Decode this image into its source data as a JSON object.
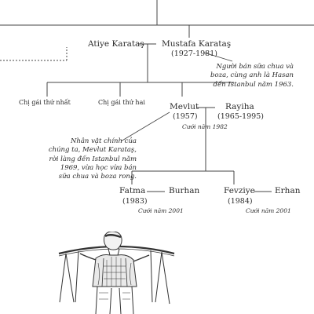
{
  "people": {
    "atiye": {
      "name": "Atiye Karataş"
    },
    "mustafa": {
      "name": "Mustafa Karataş",
      "years": "(1927-1981)"
    },
    "sister1": {
      "name": "Chị gái thứ nhất"
    },
    "sister2": {
      "name": "Chị gái thứ hai"
    },
    "mevlut": {
      "name": "Mevlut",
      "years": "(1957)"
    },
    "rayiha": {
      "name": "Rayiha",
      "years": "(1965-1995)"
    },
    "fatma": {
      "name": "Fatma",
      "years": "(1983)"
    },
    "burhan": {
      "name": "Burhan"
    },
    "fevziye": {
      "name": "Fevziye",
      "years": "(1984)"
    },
    "erhan": {
      "name": "Erhan"
    }
  },
  "marriages": {
    "mevlut_rayiha": "Cưới năm 1982",
    "fatma_burhan": "Cưới năm 2001",
    "fevziye_erhan": "Cưới năm 2001"
  },
  "notes": {
    "mustafa": [
      "Người bán sữa chua và",
      "boza, cùng anh là Hasan",
      "đến Istanbul năm 1963."
    ],
    "mevlut": [
      "Nhân vật chính của",
      "chúng ta, Mevlut Karataş,",
      "rời làng đến Istanbul năm",
      "1969, vừa học vừa bán",
      "sữa chua và boza rong."
    ]
  }
}
